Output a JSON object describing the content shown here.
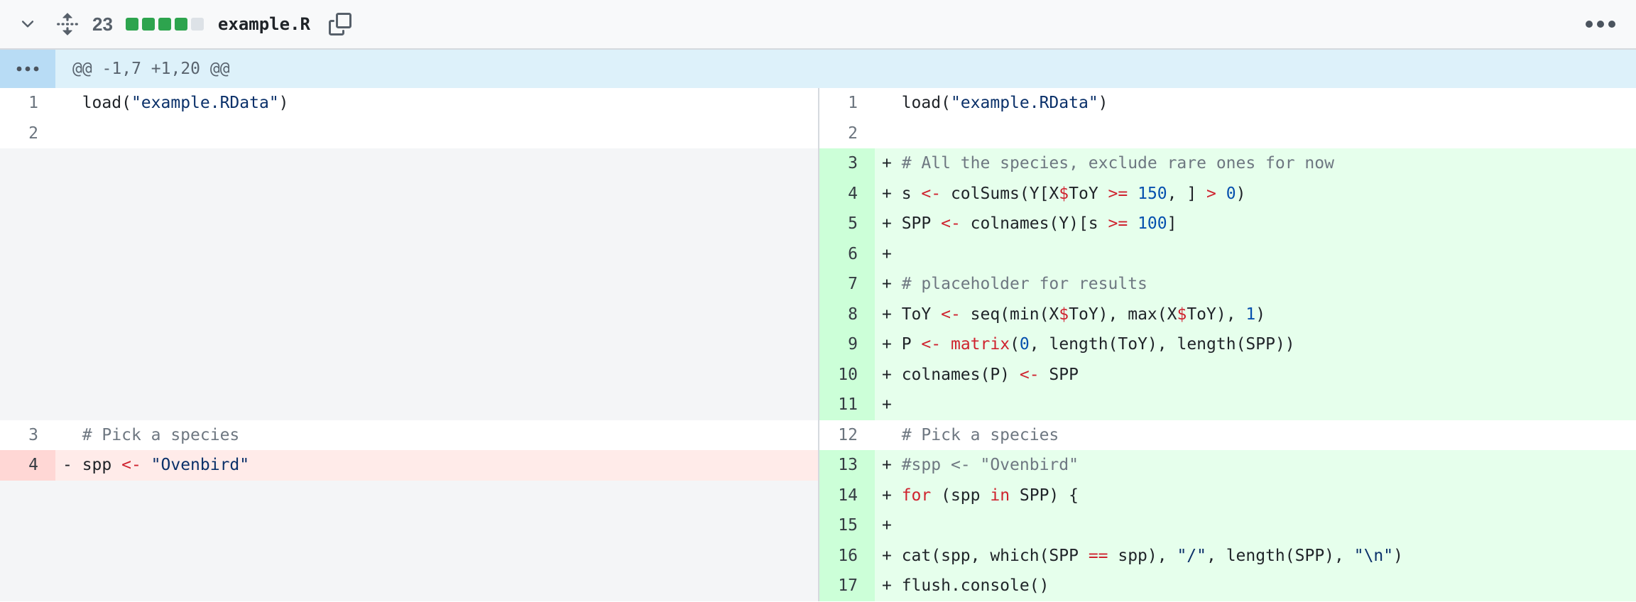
{
  "header": {
    "changes_count": "23",
    "filename": "example.R",
    "diffstat": {
      "added_blocks": 4,
      "neutral_blocks": 1
    },
    "icons": [
      "chevron-down",
      "unfold",
      "copy",
      "kebab-horizontal"
    ]
  },
  "hunk": {
    "expander": "...",
    "header": "@@ -1,7 +1,20 @@"
  },
  "palette": {
    "addition_bg": "#e6ffec",
    "addition_gutter_bg": "#ccffd8",
    "deletion_bg": "#ffebe9",
    "deletion_gutter_bg": "#ffd7d5",
    "hunk_bg": "#ddf1fa",
    "hunk_gutter_bg": "#b8dcf5",
    "keyword_color": "#cf222e",
    "number_color": "#0550ae",
    "string_color": "#0a3069",
    "comment_color": "#6e7781",
    "diffstat_green": "#2da44e"
  },
  "left_rows": [
    {
      "type": "context",
      "num": "1",
      "marker": " ",
      "tokens": [
        [
          "pl",
          "load("
        ],
        [
          "s",
          "\"example.RData\""
        ],
        [
          "pl",
          ")"
        ]
      ]
    },
    {
      "type": "context",
      "num": "2",
      "marker": " ",
      "tokens": []
    },
    {
      "type": "empty"
    },
    {
      "type": "empty"
    },
    {
      "type": "empty"
    },
    {
      "type": "empty"
    },
    {
      "type": "empty"
    },
    {
      "type": "empty"
    },
    {
      "type": "empty"
    },
    {
      "type": "empty"
    },
    {
      "type": "empty"
    },
    {
      "type": "context",
      "num": "3",
      "marker": " ",
      "tokens": [
        [
          "c",
          "# Pick a species"
        ]
      ]
    },
    {
      "type": "del",
      "num": "4",
      "marker": "-",
      "tokens": [
        [
          "pl",
          "spp "
        ],
        [
          "k",
          "<-"
        ],
        [
          "pl",
          " "
        ],
        [
          "s",
          "\"Ovenbird\""
        ]
      ]
    },
    {
      "type": "empty"
    },
    {
      "type": "empty"
    },
    {
      "type": "empty"
    },
    {
      "type": "empty"
    }
  ],
  "right_rows": [
    {
      "type": "context",
      "num": "1",
      "marker": " ",
      "tokens": [
        [
          "pl",
          "load("
        ],
        [
          "s",
          "\"example.RData\""
        ],
        [
          "pl",
          ")"
        ]
      ]
    },
    {
      "type": "context",
      "num": "2",
      "marker": " ",
      "tokens": []
    },
    {
      "type": "add",
      "num": "3",
      "marker": "+",
      "tokens": [
        [
          "c",
          "# All the species, exclude rare ones for now"
        ]
      ]
    },
    {
      "type": "add",
      "num": "4",
      "marker": "+",
      "tokens": [
        [
          "pl",
          "s "
        ],
        [
          "k",
          "<-"
        ],
        [
          "pl",
          " colSums(Y[X"
        ],
        [
          "k",
          "$"
        ],
        [
          "pl",
          "ToY "
        ],
        [
          "k",
          ">="
        ],
        [
          "pl",
          " "
        ],
        [
          "n",
          "150"
        ],
        [
          "pl",
          ", ] "
        ],
        [
          "k",
          ">"
        ],
        [
          "pl",
          " "
        ],
        [
          "n",
          "0"
        ],
        [
          "pl",
          ")"
        ]
      ]
    },
    {
      "type": "add",
      "num": "5",
      "marker": "+",
      "tokens": [
        [
          "pl",
          "SPP "
        ],
        [
          "k",
          "<-"
        ],
        [
          "pl",
          " colnames(Y)[s "
        ],
        [
          "k",
          ">="
        ],
        [
          "pl",
          " "
        ],
        [
          "n",
          "100"
        ],
        [
          "pl",
          "]"
        ]
      ]
    },
    {
      "type": "add",
      "num": "6",
      "marker": "+",
      "tokens": []
    },
    {
      "type": "add",
      "num": "7",
      "marker": "+",
      "tokens": [
        [
          "c",
          "# placeholder for results"
        ]
      ]
    },
    {
      "type": "add",
      "num": "8",
      "marker": "+",
      "tokens": [
        [
          "pl",
          "ToY "
        ],
        [
          "k",
          "<-"
        ],
        [
          "pl",
          " seq(min(X"
        ],
        [
          "k",
          "$"
        ],
        [
          "pl",
          "ToY), max(X"
        ],
        [
          "k",
          "$"
        ],
        [
          "pl",
          "ToY), "
        ],
        [
          "n",
          "1"
        ],
        [
          "pl",
          ")"
        ]
      ]
    },
    {
      "type": "add",
      "num": "9",
      "marker": "+",
      "tokens": [
        [
          "pl",
          "P "
        ],
        [
          "k",
          "<-"
        ],
        [
          "pl",
          " "
        ],
        [
          "k",
          "matrix"
        ],
        [
          "pl",
          "("
        ],
        [
          "n",
          "0"
        ],
        [
          "pl",
          ", length(ToY), length(SPP))"
        ]
      ]
    },
    {
      "type": "add",
      "num": "10",
      "marker": "+",
      "tokens": [
        [
          "pl",
          "colnames(P) "
        ],
        [
          "k",
          "<-"
        ],
        [
          "pl",
          " SPP"
        ]
      ]
    },
    {
      "type": "add",
      "num": "11",
      "marker": "+",
      "tokens": []
    },
    {
      "type": "context",
      "num": "12",
      "marker": " ",
      "tokens": [
        [
          "c",
          "# Pick a species"
        ]
      ]
    },
    {
      "type": "add",
      "num": "13",
      "marker": "+",
      "tokens": [
        [
          "c",
          "#spp <- \"Ovenbird\""
        ]
      ]
    },
    {
      "type": "add",
      "num": "14",
      "marker": "+",
      "tokens": [
        [
          "k",
          "for"
        ],
        [
          "pl",
          " (spp "
        ],
        [
          "k",
          "in"
        ],
        [
          "pl",
          " SPP) {"
        ]
      ]
    },
    {
      "type": "add",
      "num": "15",
      "marker": "+",
      "tokens": []
    },
    {
      "type": "add",
      "num": "16",
      "marker": "+",
      "tokens": [
        [
          "pl",
          "cat(spp, which(SPP "
        ],
        [
          "k",
          "=="
        ],
        [
          "pl",
          " spp), "
        ],
        [
          "s",
          "\"/\""
        ],
        [
          "pl",
          ", length(SPP), "
        ],
        [
          "s",
          "\"\\n\""
        ],
        [
          "pl",
          ")"
        ]
      ]
    },
    {
      "type": "add",
      "num": "17",
      "marker": "+",
      "tokens": [
        [
          "pl",
          "flush.console()"
        ]
      ]
    }
  ]
}
